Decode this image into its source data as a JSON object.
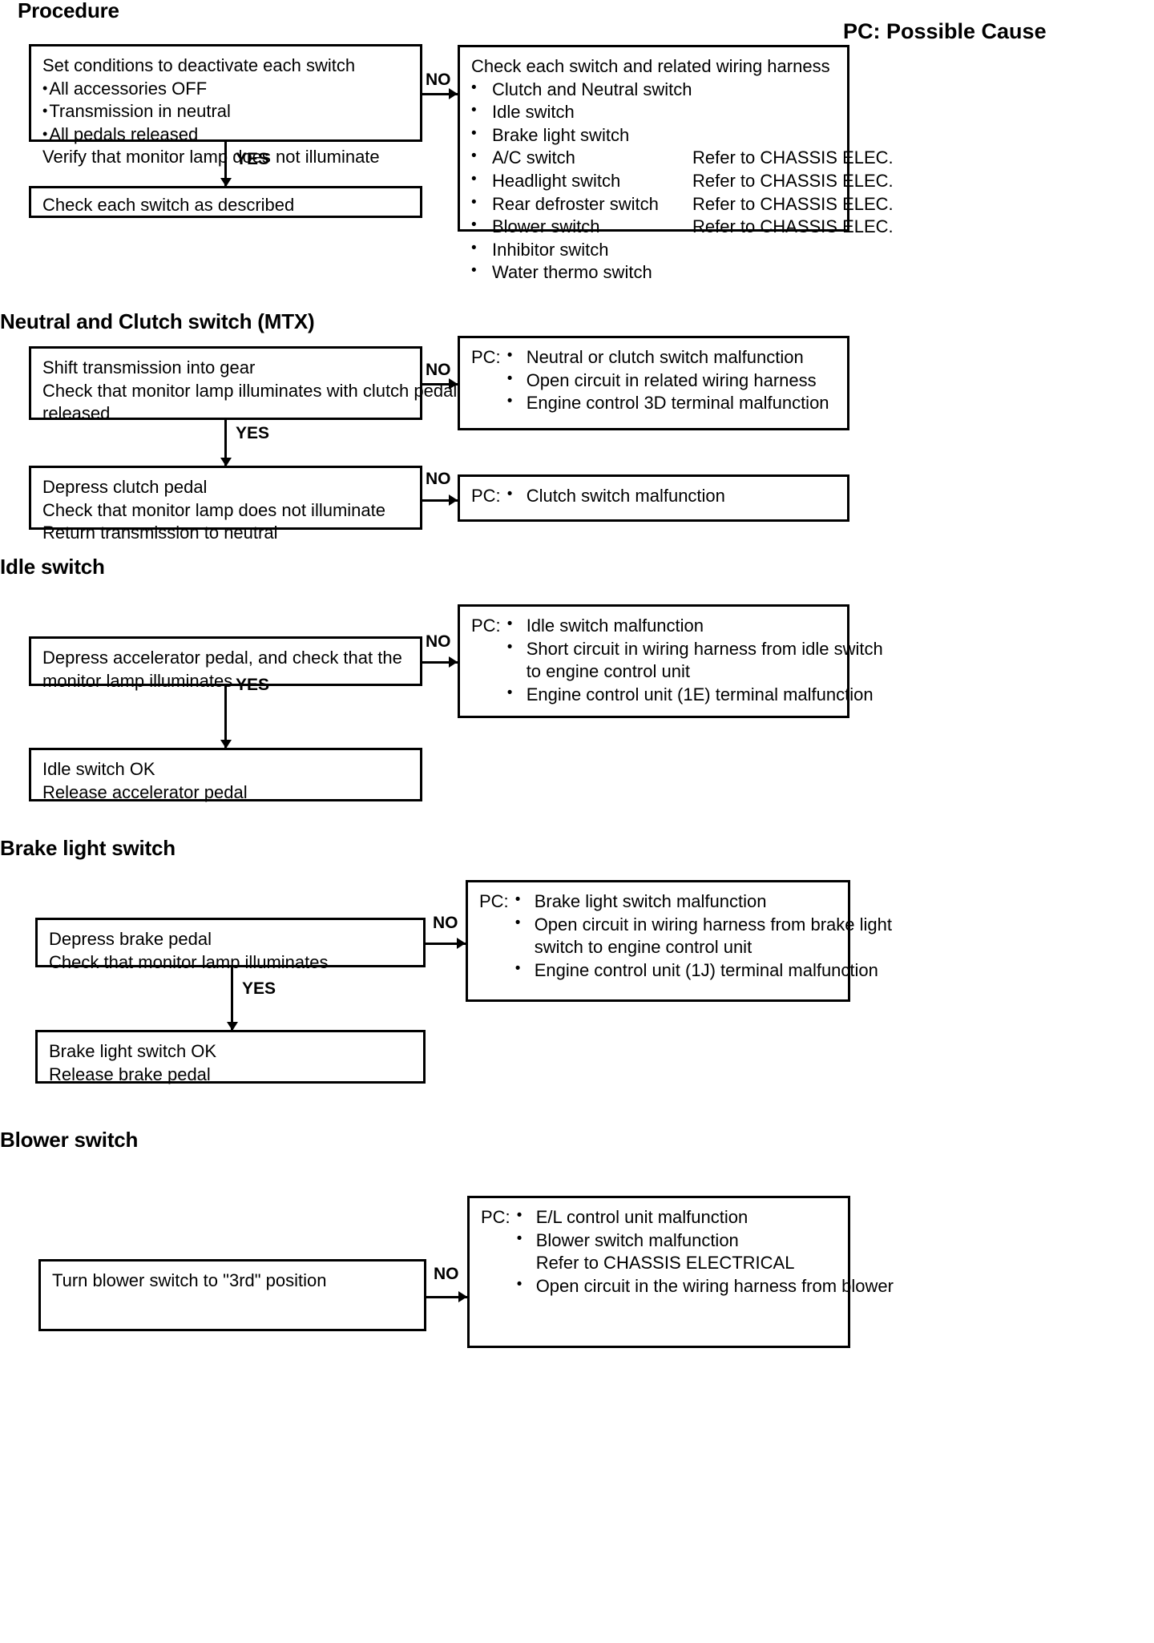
{
  "document": {
    "legend": "PC: Possible Cause",
    "edge_yes": "YES",
    "edge_no": "NO",
    "pc_prefix": "PC:"
  },
  "sections": [
    {
      "title": "Procedure",
      "step1": {
        "line1": "Set conditions to deactivate each switch",
        "bullet1": "All accessories OFF",
        "bullet2": "Transmission in neutral",
        "bullet3": "All pedals released",
        "line5": "Verify that monitor lamp does not illuminate"
      },
      "step2": {
        "line1": "Check each switch as described"
      },
      "cause": {
        "heading": "Check each switch and related wiring harness",
        "items": [
          {
            "name": "Clutch and Neutral switch",
            "ref": ""
          },
          {
            "name": "Idle switch",
            "ref": ""
          },
          {
            "name": "Brake light switch",
            "ref": ""
          },
          {
            "name": "A/C switch",
            "ref": "Refer to CHASSIS ELEC."
          },
          {
            "name": "Headlight switch",
            "ref": "Refer to CHASSIS ELEC."
          },
          {
            "name": "Rear defroster switch",
            "ref": "Refer to CHASSIS ELEC."
          },
          {
            "name": "Blower switch",
            "ref": "Refer to CHASSIS ELEC."
          },
          {
            "name": "Inhibitor switch",
            "ref": ""
          },
          {
            "name": "Water thermo switch",
            "ref": ""
          }
        ]
      }
    },
    {
      "title": "Neutral and Clutch switch (MTX)",
      "step1": {
        "line1": "Shift transmission into gear",
        "line2": "Check that monitor lamp illuminates with clutch pedal",
        "line3": "released"
      },
      "cause1": [
        "Neutral or clutch switch malfunction",
        "Open circuit in related wiring harness",
        "Engine control 3D terminal malfunction"
      ],
      "step2": {
        "line1": "Depress clutch pedal",
        "line2": "Check that monitor lamp does not illuminate",
        "line3": "Return transmission to neutral"
      },
      "cause2": [
        "Clutch switch malfunction"
      ]
    },
    {
      "title": "Idle switch",
      "step1": {
        "line1": "Depress accelerator pedal, and check that the",
        "line2": "monitor lamp illuminates"
      },
      "cause1": [
        "Idle switch malfunction",
        "Short circuit in wiring harness from idle switch",
        "Engine control unit (1E) terminal malfunction"
      ],
      "cause1_cont": "to engine control unit",
      "step2": {
        "line1": "Idle switch OK",
        "line2": "Release accelerator pedal"
      }
    },
    {
      "title": "Brake light switch",
      "step1": {
        "line1": "Depress brake pedal",
        "line2": "Check that monitor lamp illuminates"
      },
      "cause1": [
        "Brake light switch malfunction",
        "Open circuit in wiring harness from brake light",
        "Engine control unit (1J) terminal malfunction"
      ],
      "cause1_cont": "switch to engine control unit",
      "step2": {
        "line1": "Brake light switch OK",
        "line2": "Release brake pedal"
      }
    },
    {
      "title": "Blower switch",
      "step1": {
        "line1": "Turn blower switch to \"3rd\" position"
      },
      "cause1": [
        "E/L control unit malfunction",
        "Blower switch malfunction",
        "Open circuit in the wiring harness from blower"
      ],
      "cause1_note": "Refer to CHASSIS ELECTRICAL"
    }
  ]
}
